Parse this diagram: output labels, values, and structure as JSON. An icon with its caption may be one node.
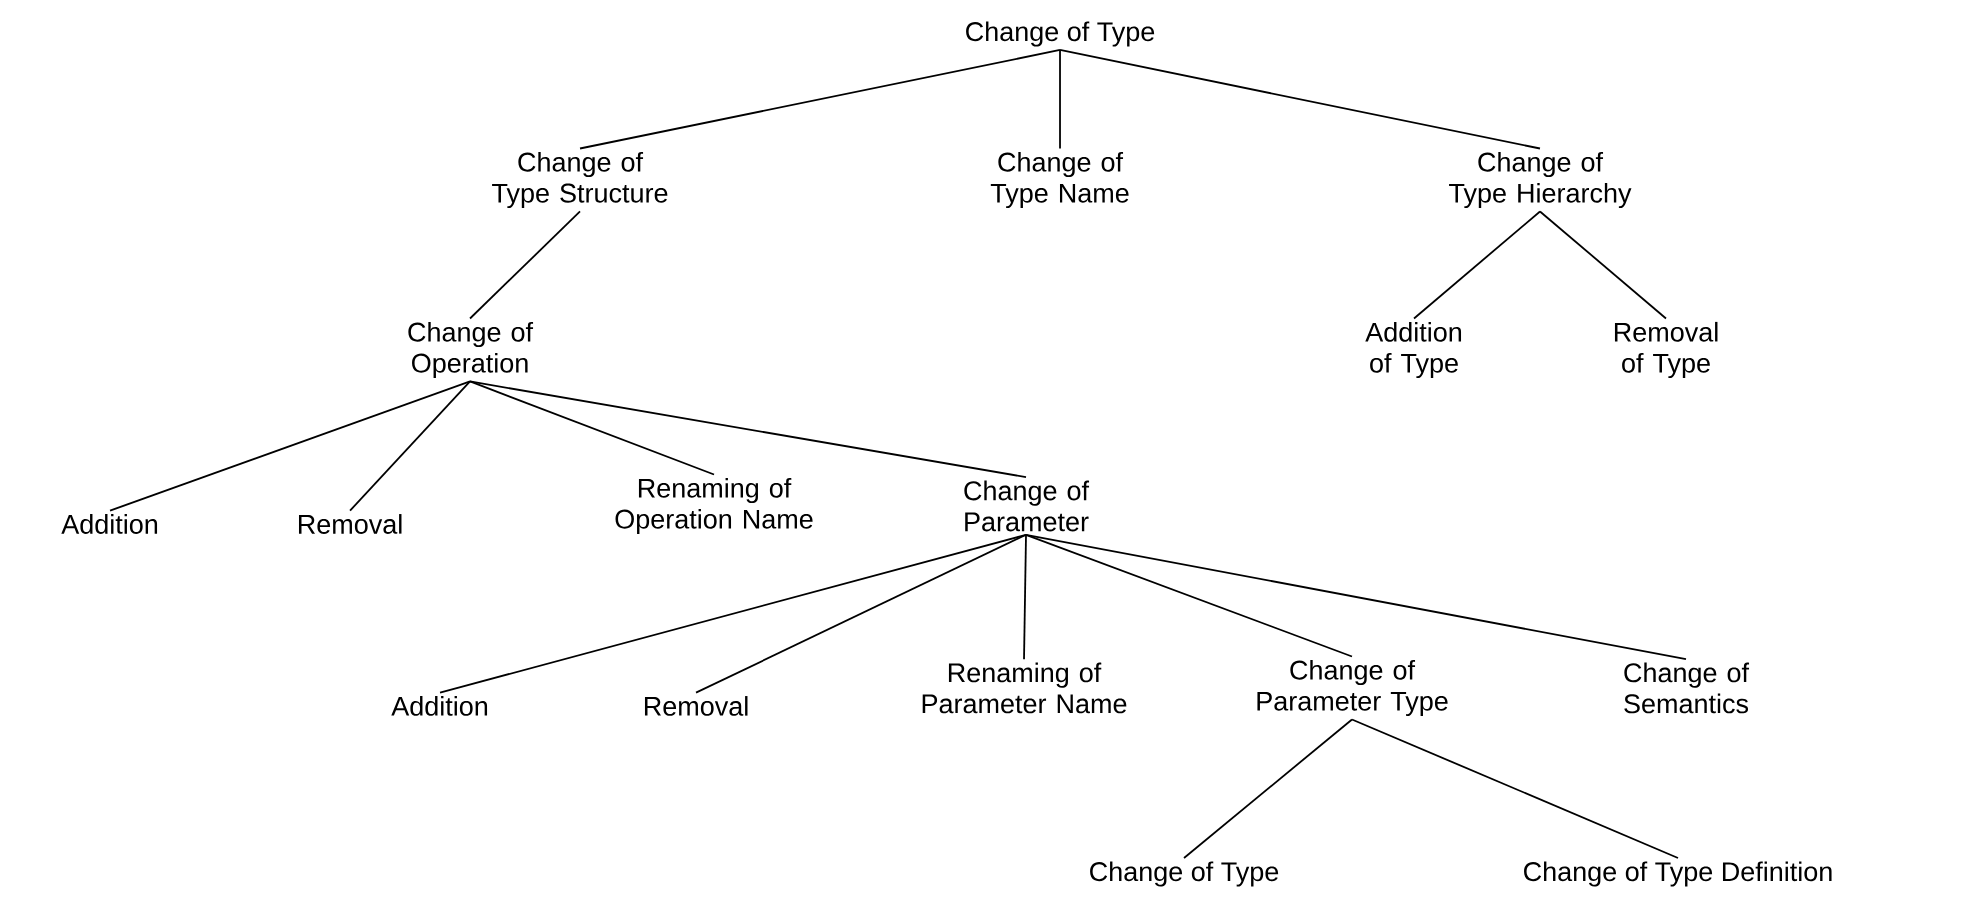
{
  "diagram": {
    "nodes": [
      {
        "text": [
          "Change of Type"
        ]
      },
      {
        "text": [
          "Change of Type Structure"
        ]
      },
      {
        "text": [
          "Change of Type Name"
        ]
      },
      {
        "text": [
          "Change of Type Hierarchy"
        ]
      },
      {
        "text": [
          "Change of Operation"
        ]
      },
      {
        "text": [
          "Addition of Type"
        ]
      },
      {
        "text": [
          "Removal of Type"
        ]
      },
      {
        "text": [
          "Addition"
        ]
      },
      {
        "text": [
          "Removal"
        ]
      },
      {
        "text": [
          "Renaming of Operation Name"
        ]
      },
      {
        "text": [
          "Change of Parameter"
        ]
      },
      {
        "text": [
          "Addition"
        ]
      },
      {
        "text": [
          "Removal"
        ]
      },
      {
        "text": [
          "Renaming of Parameter Name"
        ]
      },
      {
        "text": [
          "Change of Parameter Type"
        ]
      },
      {
        "text": [
          "Change of Semantics"
        ]
      },
      {
        "text": [
          "Change of Type"
        ]
      },
      {
        "text": [
          "Change of Type Definition"
        ]
      }
    ],
    "edges": [
      {
        "from": 0,
        "to": 1,
        "arrow": "none"
      },
      {
        "from": 0,
        "to": 2,
        "arrow": "none"
      },
      {
        "from": 0,
        "to": 3,
        "arrow": "none"
      },
      {
        "from": 1,
        "to": 4,
        "arrow": "none"
      },
      {
        "from": 3,
        "to": 5,
        "arrow": "none"
      },
      {
        "from": 3,
        "to": 6,
        "arrow": "none"
      },
      {
        "from": 4,
        "to": 7,
        "arrow": "none"
      },
      {
        "from": 4,
        "to": 8,
        "arrow": "none"
      },
      {
        "from": 4,
        "to": 9,
        "arrow": "none"
      },
      {
        "from": 4,
        "to": 10,
        "arrow": "none"
      },
      {
        "from": 10,
        "to": 11,
        "arrow": "none"
      },
      {
        "from": 10,
        "to": 12,
        "arrow": "none"
      },
      {
        "from": 10,
        "to": 13,
        "arrow": "none"
      },
      {
        "from": 10,
        "to": 14,
        "arrow": "none"
      },
      {
        "from": 10,
        "to": 15,
        "arrow": "none"
      },
      {
        "from": 14,
        "to": 16,
        "arrow": "none"
      },
      {
        "from": 14,
        "to": 17,
        "arrow": "none"
      }
    ]
  }
}
